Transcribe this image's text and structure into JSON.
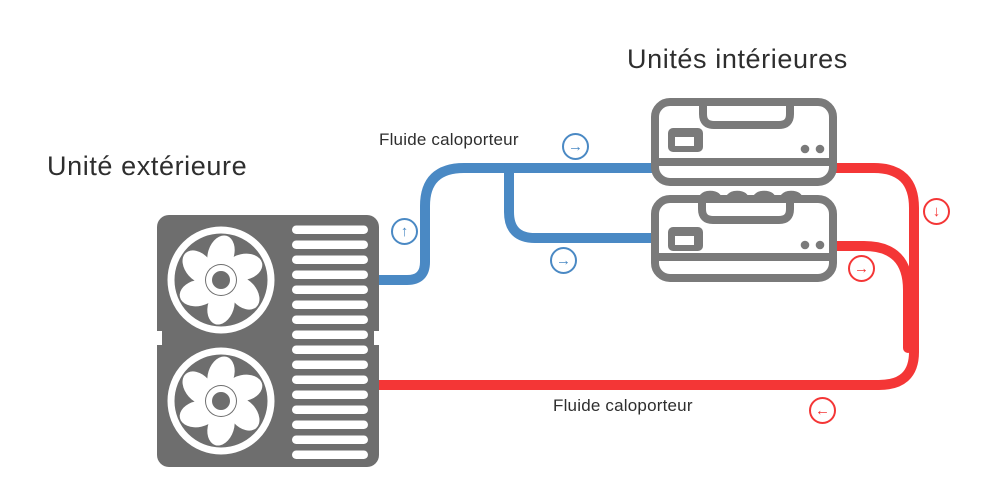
{
  "titles": {
    "outdoor": "Unité extérieure",
    "indoor": "Unités intérieures"
  },
  "labels": {
    "fluid_top": "Fluide caloporteur",
    "fluid_bottom": "Fluide caloporteur"
  },
  "arrows": {
    "up": "↑",
    "down": "↓",
    "left": "←",
    "right": "→"
  },
  "colors": {
    "blue": "#4a89c4",
    "red": "#f43636",
    "outdoor_gray": "#6e6e6e",
    "indoor_gray": "#7a7a7a",
    "text": "#2e2e2e",
    "background": "#ffffff"
  }
}
